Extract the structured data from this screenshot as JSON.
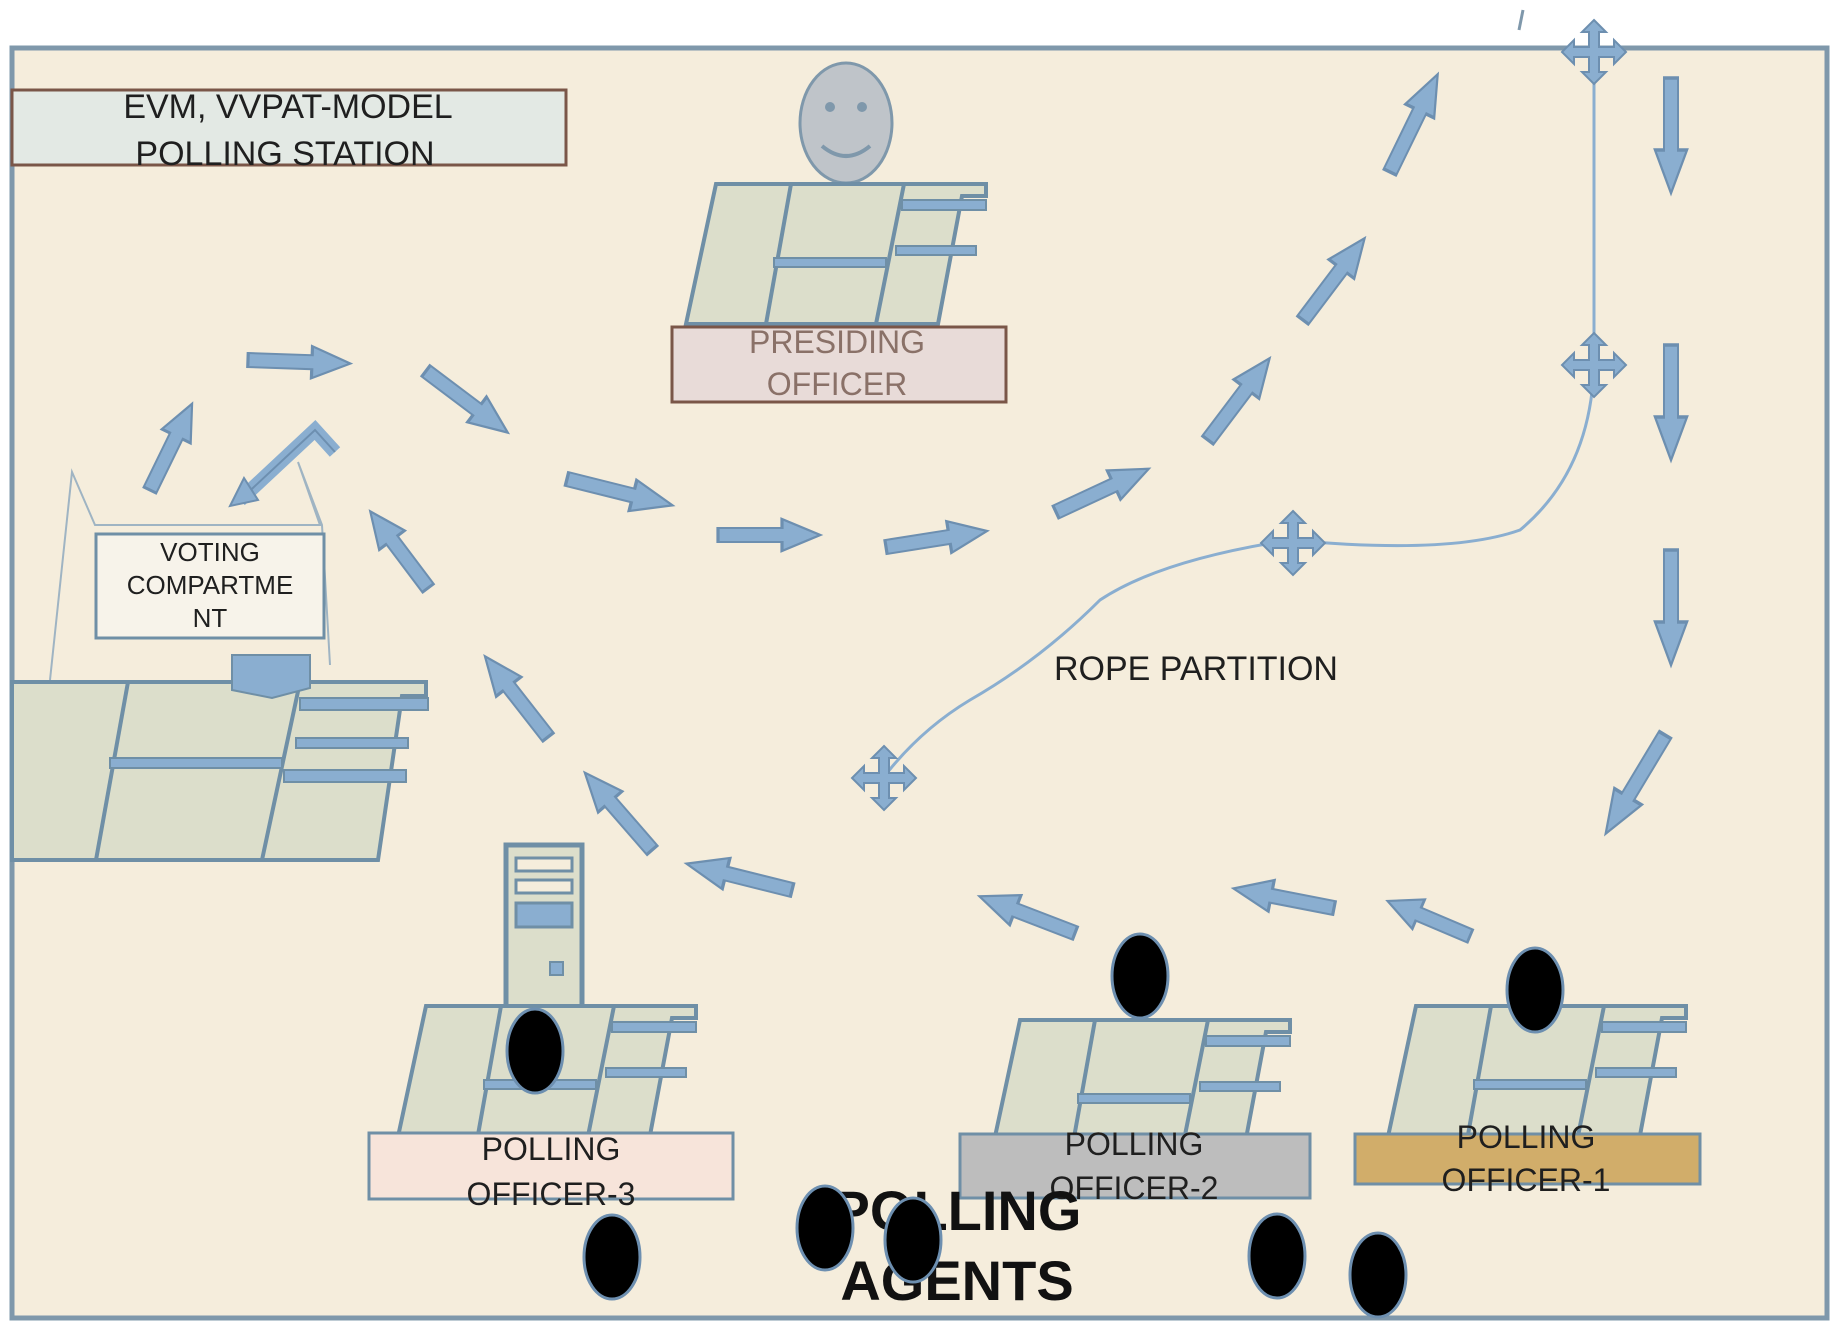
{
  "title": {
    "line1": "EVM, VVPAT-MODEL",
    "line2": "POLLING  STATION"
  },
  "presiding_officer": {
    "line1": "PRESIDING",
    "line2": "OFFICER"
  },
  "voting_compartment": {
    "line1": "VOTING",
    "line2": "COMPARTME",
    "line3": "NT"
  },
  "rope_partition": "ROPE  PARTITION",
  "polling_officer_1": {
    "line1": "POLLING",
    "line2": "OFFICER-1"
  },
  "polling_officer_2": {
    "line1": "POLLING",
    "line2": "OFFICER-2"
  },
  "polling_officer_3": {
    "line1": "POLLING",
    "line2": "OFFICER-3"
  },
  "polling_agents": {
    "line1": "POLLING",
    "line2": "AGENTS"
  },
  "colors": {
    "room_fill": "#f5eddc",
    "room_border": "#7f98ab",
    "arrow_fill": "#8aaed0",
    "arrow_stroke": "#6d8fb0",
    "table_fill": "#dcdecb",
    "table_stroke": "#6f8fa6",
    "title_fill": "#e3e9e4",
    "presiding_fill": "#e8dbd8",
    "officer1_fill": "#d1ad6a",
    "officer2_fill": "#bdbdbd",
    "officer3_fill": "#f7e4da",
    "person": "#000000",
    "face_fill": "#bfc4c9"
  }
}
